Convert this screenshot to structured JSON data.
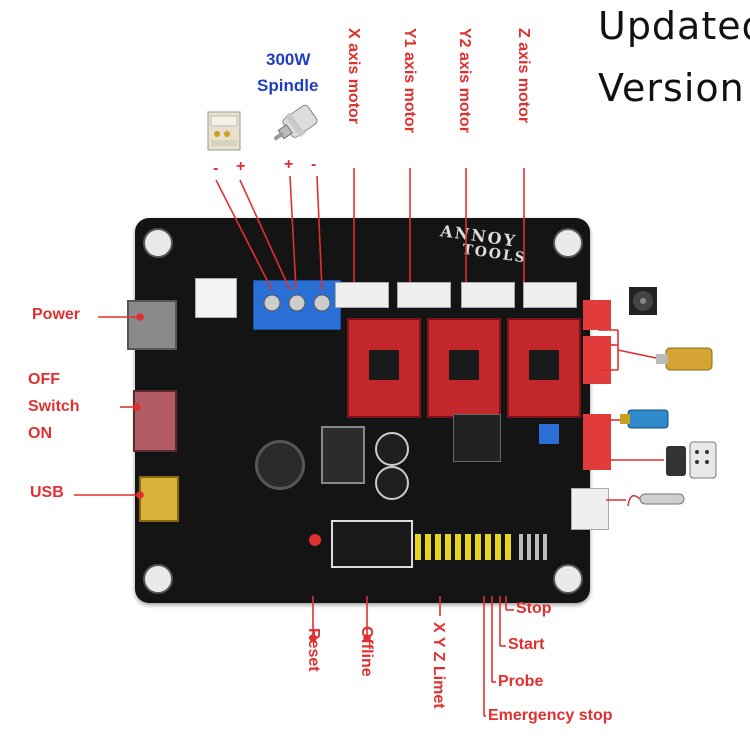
{
  "header": {
    "line1": "Updated",
    "line2": "Version"
  },
  "spindle": {
    "power": "300W",
    "name": "Spindle",
    "plus": "+",
    "minus": "-"
  },
  "psu": {
    "minus": "-",
    "plus": "+"
  },
  "motors": {
    "x": "X axis motor",
    "y1": "Y1 axis motor",
    "y2": "Y2 axis motor",
    "z": "Z axis motor"
  },
  "left_labels": {
    "power": "Power",
    "off": "OFF",
    "switch": "Switch",
    "on": "ON",
    "usb": "USB"
  },
  "bottom_labels": {
    "reset": "Reset",
    "offline": "Offline",
    "xyz_limit": "X Y Z Limet",
    "stop": "Stop",
    "start": "Start",
    "probe": "Probe",
    "emergency": "Emergency stop"
  },
  "board": {
    "brand_top": "ANNOY",
    "brand_bottom": "TOOLS"
  },
  "colors": {
    "label_red": "#e03030",
    "label_blue": "#1f3fc0",
    "board_black": "#141414",
    "driver_red": "#c2282b",
    "terminal_blue": "#2a6fd6"
  }
}
